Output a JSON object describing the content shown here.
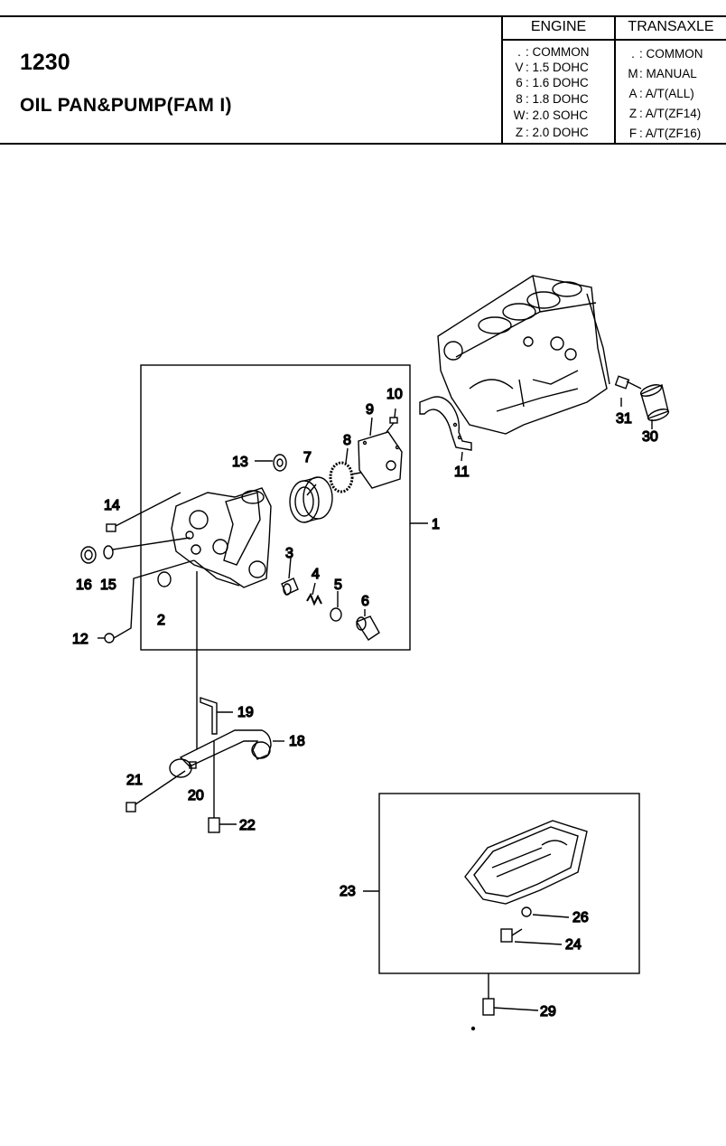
{
  "header": {
    "code": "1230",
    "title": "OIL PAN&PUMP(FAM I)",
    "engine": {
      "heading": "ENGINE",
      "rows": [
        {
          "key": ".",
          "value": ": COMMON"
        },
        {
          "key": "V",
          "value": ": 1.5 DOHC"
        },
        {
          "key": "6",
          "value": ": 1.6 DOHC"
        },
        {
          "key": "8",
          "value": ": 1.8 DOHC"
        },
        {
          "key": "W",
          "value": ": 2.0 SOHC"
        },
        {
          "key": "Z",
          "value": ": 2.0 DOHC"
        }
      ]
    },
    "transaxle": {
      "heading": "TRANSAXLE",
      "rows": [
        {
          "key": ".",
          "value": ": COMMON"
        },
        {
          "key": "M",
          "value": ": MANUAL"
        },
        {
          "key": "A",
          "value": ": A/T(ALL)"
        },
        {
          "key": "Z",
          "value": ": A/T(ZF14)"
        },
        {
          "key": "F",
          "value": ": A/T(ZF16)"
        }
      ]
    }
  },
  "callouts": {
    "c1": "1",
    "c2": "2",
    "c3": "3",
    "c4": "4",
    "c5": "5",
    "c6": "6",
    "c7": "7",
    "c8": "8",
    "c9": "9",
    "c10": "10",
    "c11": "11",
    "c12": "12",
    "c13": "13",
    "c14": "14",
    "c15": "15",
    "c16": "16",
    "c18": "18",
    "c19": "19",
    "c20": "20",
    "c21": "21",
    "c22": "22",
    "c23": "23",
    "c24": "24",
    "c26": "26",
    "c29": "29",
    "c30": "30",
    "c31": "31"
  }
}
